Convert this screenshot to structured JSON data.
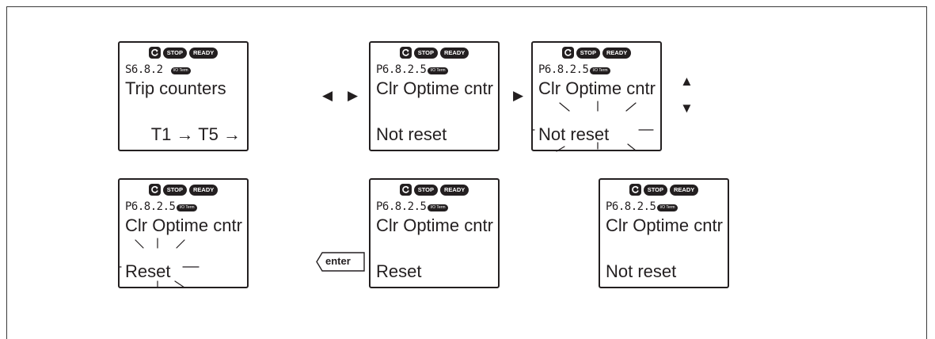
{
  "indicators": {
    "rotation_icon": "rotate-arrow-icon",
    "stop": "STOP",
    "ready": "READY"
  },
  "mode_badge": "I/O Term",
  "screens": [
    {
      "code": "S6.8.2",
      "title": "Trip counters",
      "value": "T1 → T5 →"
    },
    {
      "code": "P6.8.2.5",
      "title": "Clr Optime cntr",
      "value": "Not reset"
    },
    {
      "code": "P6.8.2.5",
      "title": "Clr Optime cntr",
      "value": "Not reset",
      "blinking": true
    },
    {
      "code": "P6.8.2.5",
      "title": "Clr Optime cntr",
      "value": "Reset",
      "blinking": true
    },
    {
      "code": "P6.8.2.5",
      "title": "Clr Optime cntr",
      "value": "Reset"
    },
    {
      "code": "P6.8.2.5",
      "title": "Clr Optime cntr",
      "value": "Not reset"
    }
  ],
  "arrows": {
    "left": "◀",
    "right": "▶",
    "up": "▲",
    "down": "▼"
  },
  "enter_key": "enter"
}
